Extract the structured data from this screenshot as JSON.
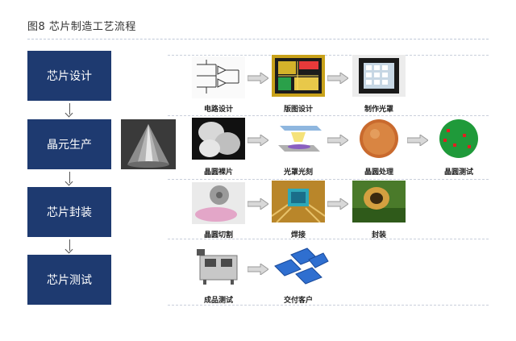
{
  "figure": {
    "title": "图8 芯片制造工艺流程"
  },
  "stages": [
    {
      "label": "芯片设计"
    },
    {
      "label": "晶元生产"
    },
    {
      "label": "芯片封装"
    },
    {
      "label": "芯片测试"
    }
  ],
  "steps": {
    "design": [
      "电路设计",
      "版图设计",
      "制作光罩"
    ],
    "wafer": [
      "晶圆裸片",
      "光罩光刻",
      "晶圆处理",
      "晶圆测试"
    ],
    "package": [
      "晶圆切割",
      "焊接",
      "封装"
    ],
    "test": [
      "成品测试",
      "交付客户"
    ]
  },
  "colors": {
    "stage_box": "#1e3a70",
    "arrow_fill": "#d8d8d8",
    "arrow_stroke": "#9a9a9a"
  }
}
